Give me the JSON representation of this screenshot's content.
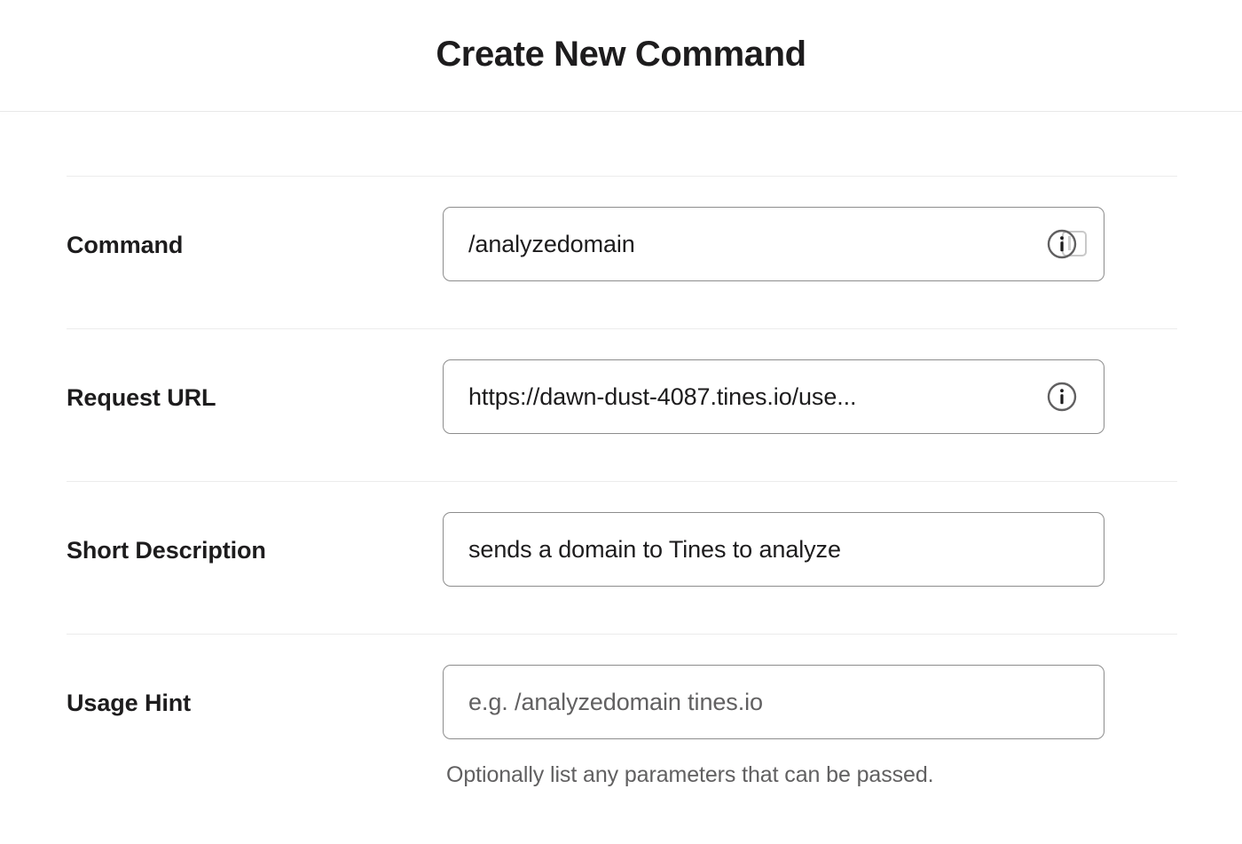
{
  "header": {
    "title": "Create New Command"
  },
  "form": {
    "rows": [
      {
        "label": "Command",
        "value": "/analyzedomain",
        "placeholder": "",
        "icon": "info-circle-icon",
        "secondary_icon": "tooltip-box-icon",
        "helper": ""
      },
      {
        "label": "Request URL",
        "value": "https://dawn-dust-4087.tines.io/use...",
        "placeholder": "",
        "icon": "info-circle-icon",
        "secondary_icon": "",
        "helper": ""
      },
      {
        "label": "Short Description",
        "value": "sends a domain to Tines to analyze",
        "placeholder": "",
        "icon": "",
        "secondary_icon": "",
        "helper": ""
      },
      {
        "label": "Usage Hint",
        "value": "",
        "placeholder": "e.g. /analyzedomain tines.io",
        "icon": "",
        "secondary_icon": "",
        "helper": "Optionally list any parameters that can be passed."
      }
    ]
  },
  "colors": {
    "text": "#1d1c1d",
    "muted": "#616061",
    "border": "#8d8d8d",
    "divider": "#ececec",
    "background": "#ffffff"
  }
}
